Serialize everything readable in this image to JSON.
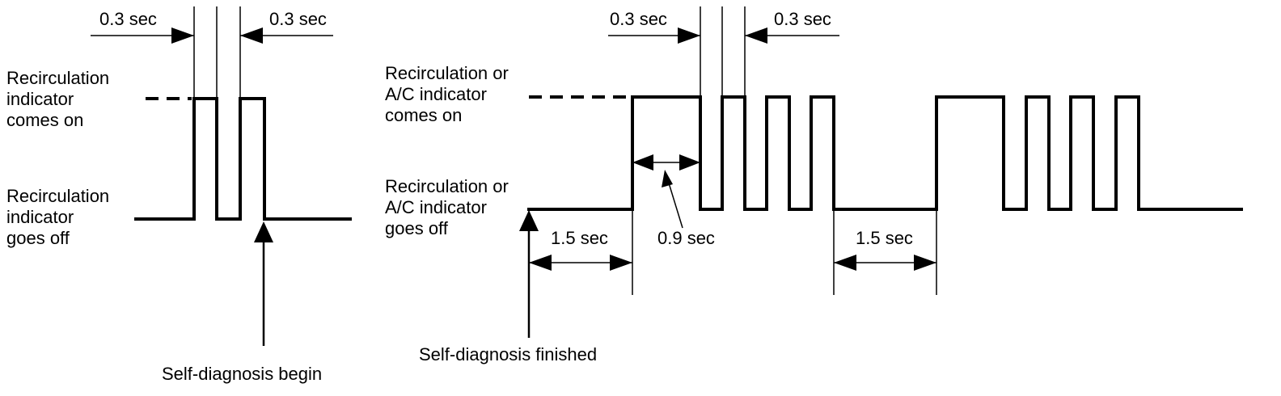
{
  "left_diagram": {
    "label_on": [
      "Recirculation",
      "indicator",
      "comes on"
    ],
    "label_off": [
      "Recirculation",
      "indicator",
      "goes off"
    ],
    "dim_left": "0.3 sec",
    "dim_right": "0.3 sec",
    "start_label": "Self-diagnosis begin"
  },
  "right_diagram": {
    "label_on": [
      "Recirculation or",
      "A/C indicator",
      "comes on"
    ],
    "label_off": [
      "Recirculation or",
      "A/C indicator",
      "goes off"
    ],
    "dim_left": "0.3 sec",
    "dim_right": "0.3 sec",
    "pause_first": "1.5 sec",
    "pulse_long": "0.9 sec",
    "pause_second": "1.5 sec",
    "end_label": "Self-diagnosis finished"
  }
}
